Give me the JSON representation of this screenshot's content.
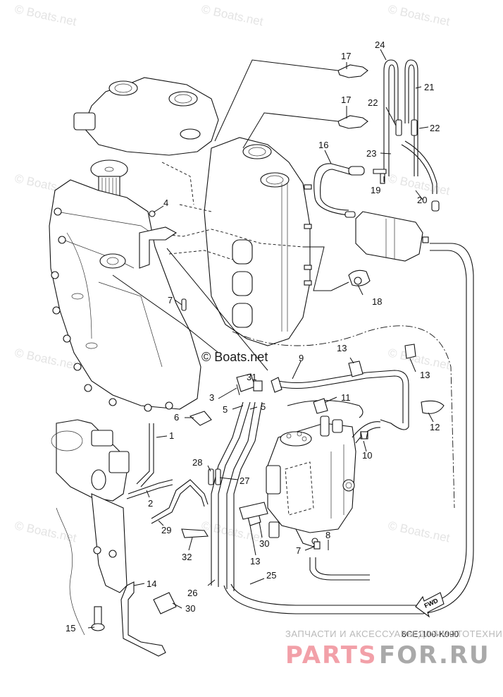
{
  "diagram": {
    "title": "Intake / Fuel Hose Routing",
    "reference_code": "6CE1100-K090",
    "direction_marker": "FWD",
    "watermark_text": "© Boats.net",
    "center_watermark_text": "© Boats.net",
    "footer": {
      "tagline": "ЗАПЧАСТИ И АКСЕССУАРЫ ДЛЯ МОТОТЕХНИКИ",
      "brand_left": "PARTS",
      "brand_right": "FOR.RU",
      "brand_color_left": "#f2a0a8",
      "brand_color_right": "#a9a9a9"
    },
    "callouts": [
      {
        "id": "24",
        "label": "24"
      },
      {
        "id": "17a",
        "label": "17"
      },
      {
        "id": "21",
        "label": "21"
      },
      {
        "id": "17b",
        "label": "17"
      },
      {
        "id": "22a",
        "label": "22"
      },
      {
        "id": "22b",
        "label": "22"
      },
      {
        "id": "16",
        "label": "16"
      },
      {
        "id": "23",
        "label": "23"
      },
      {
        "id": "19",
        "label": "19"
      },
      {
        "id": "20",
        "label": "20"
      },
      {
        "id": "4",
        "label": "4"
      },
      {
        "id": "18",
        "label": "18"
      },
      {
        "id": "7a",
        "label": "7"
      },
      {
        "id": "13a",
        "label": "13"
      },
      {
        "id": "9",
        "label": "9"
      },
      {
        "id": "13b",
        "label": "13"
      },
      {
        "id": "31",
        "label": "31"
      },
      {
        "id": "3",
        "label": "3"
      },
      {
        "id": "5a",
        "label": "5"
      },
      {
        "id": "5b",
        "label": "5"
      },
      {
        "id": "11",
        "label": "11"
      },
      {
        "id": "6",
        "label": "6"
      },
      {
        "id": "12",
        "label": "12"
      },
      {
        "id": "1",
        "label": "1"
      },
      {
        "id": "10",
        "label": "10"
      },
      {
        "id": "28",
        "label": "28"
      },
      {
        "id": "27",
        "label": "27"
      },
      {
        "id": "2",
        "label": "2"
      },
      {
        "id": "29",
        "label": "29"
      },
      {
        "id": "30a",
        "label": "30"
      },
      {
        "id": "32",
        "label": "32"
      },
      {
        "id": "13c",
        "label": "13"
      },
      {
        "id": "7b",
        "label": "7"
      },
      {
        "id": "8",
        "label": "8"
      },
      {
        "id": "14",
        "label": "14"
      },
      {
        "id": "26",
        "label": "26"
      },
      {
        "id": "25",
        "label": "25"
      },
      {
        "id": "30b",
        "label": "30"
      },
      {
        "id": "15",
        "label": "15"
      }
    ]
  }
}
